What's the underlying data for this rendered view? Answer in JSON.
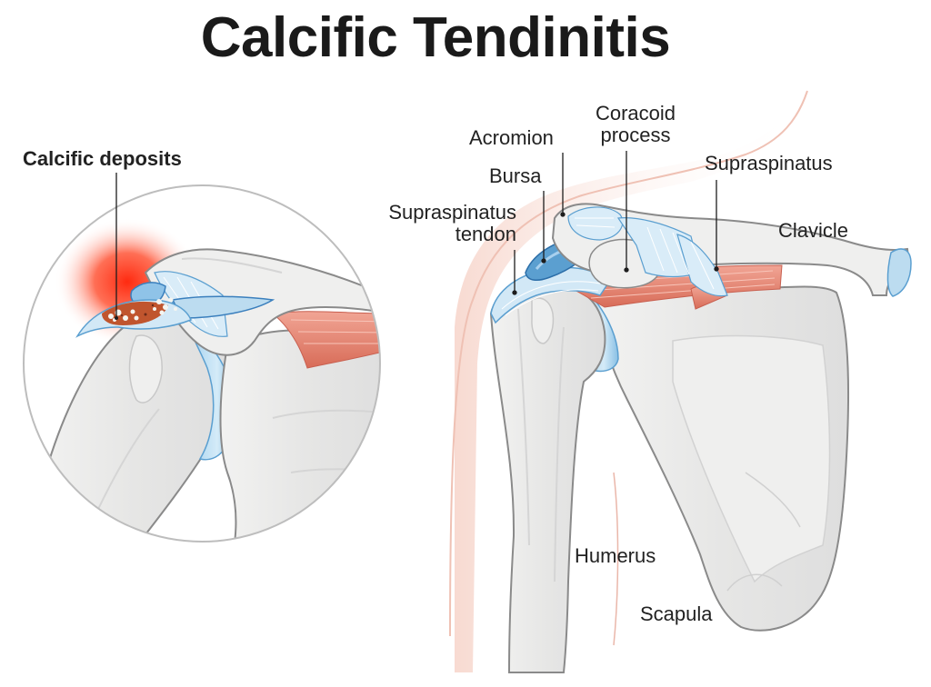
{
  "title": "Calcific Tendinitis",
  "inset": {
    "label": "Calcific deposits"
  },
  "main_view": {
    "labels": {
      "acromion": "Acromion",
      "coracoid_line1": "Coracoid",
      "coracoid_line2": "process",
      "bursa": "Bursa",
      "supraspinatus": "Supraspinatus",
      "supraspinatus_tendon_line1": "Supraspinatus",
      "supraspinatus_tendon_line2": "tendon",
      "clavicle": "Clavicle",
      "humerus": "Humerus",
      "scapula": "Scapula"
    }
  },
  "colors": {
    "bone": "#ebebea",
    "bone_outline": "#8a8a8a",
    "cartilage_blue": "#bcdcf0",
    "bursa_blue": "#5b9fd0",
    "muscle_red": "#e0816f",
    "inflammation_red": "#ff3b1e",
    "skin": "#f9e3dc",
    "text": "#1d1d1d"
  }
}
